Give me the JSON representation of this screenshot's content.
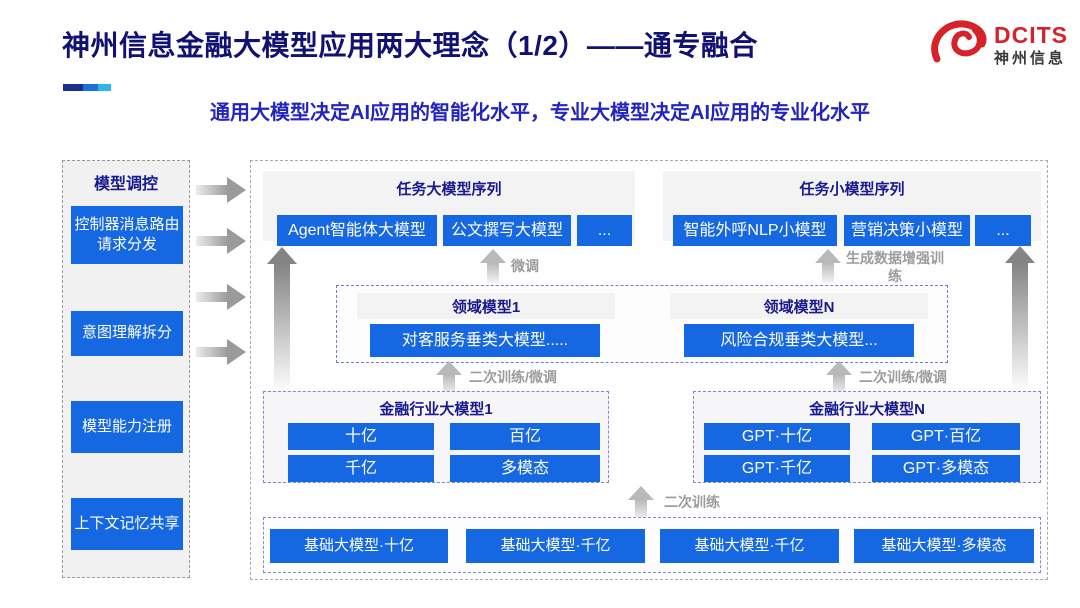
{
  "page": {
    "title": "神州信息金融大模型应用两大理念（1/2）——通专融合",
    "subtitle": "通用大模型决定AI应用的智能化水平，专业大模型决定AI应用的专业化水平"
  },
  "logo": {
    "brand": "DCITS",
    "company": "神州信息",
    "icon": "dcits-swirl-icon"
  },
  "sidebar": {
    "title": "模型调控",
    "items": [
      {
        "label": "控制器消息路由请求分发"
      },
      {
        "label": "意图理解拆分"
      },
      {
        "label": "模型能力注册"
      },
      {
        "label": "上下文记忆共享"
      }
    ]
  },
  "task_large": {
    "title": "任务大模型序列",
    "items": [
      "Agent智能体大模型",
      "公文撰写大模型",
      "..."
    ]
  },
  "task_small": {
    "title": "任务小模型序列",
    "items": [
      "智能外呼NLP小模型",
      "营销决策小模型",
      "..."
    ]
  },
  "labels": {
    "fine_tune": "微调",
    "gen_data_train": "生成数据增强训练",
    "retrain_left": "二次训练/微调",
    "retrain_right": "二次训练/微调",
    "retrain": "二次训练"
  },
  "domain_models": {
    "m1": {
      "title": "领域模型1",
      "model": "对客服务垂类大模型....."
    },
    "mn": {
      "title": "领域模型N",
      "model": "风险合规垂类大模型..."
    }
  },
  "industry_models": {
    "m1": {
      "title": "金融行业大模型1",
      "items": [
        "十亿",
        "百亿",
        "千亿",
        "多模态"
      ]
    },
    "mn": {
      "title": "金融行业大模型N",
      "items": [
        "GPT·十亿",
        "GPT·百亿",
        "GPT·千亿",
        "GPT·多模态"
      ]
    }
  },
  "base_models": {
    "items": [
      "基础大模型·十亿",
      "基础大模型·千亿",
      "基础大模型·千亿",
      "基础大模型·多模态"
    ]
  },
  "colors": {
    "title_navy": "#111173",
    "subtitle_blue": "#2424be",
    "button_blue": "#1568e1",
    "brand_red": "#d6232a",
    "label_gray": "#9c9c9c",
    "accent_bar": [
      "#1b2f8f",
      "#1e6fd9",
      "#2bb7e8"
    ]
  }
}
